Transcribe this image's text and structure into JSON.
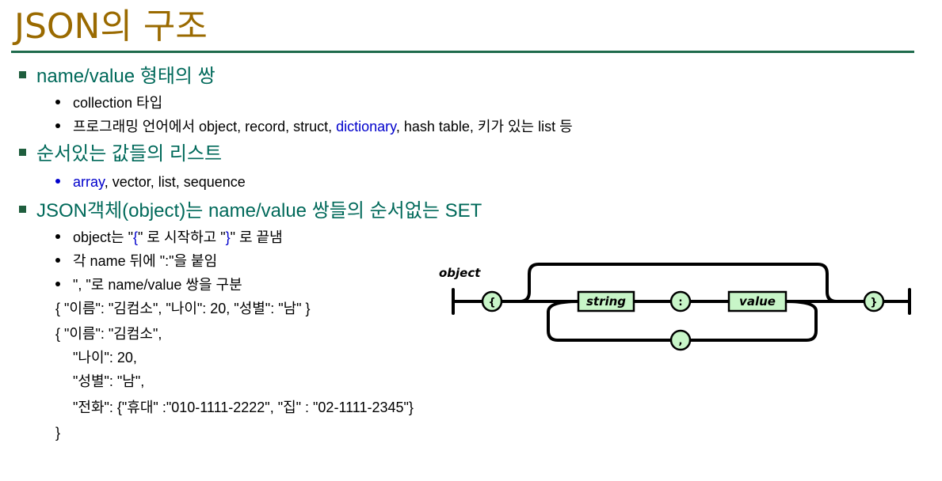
{
  "title": "JSON의 구조",
  "sections": [
    {
      "heading": "name/value 형태의 쌍",
      "items": [
        {
          "pre": "collection 타입"
        },
        {
          "pre": "프로그래밍 언어에서 object, record, struct, ",
          "highlight": "dictionary",
          "post": ", hash table, 키가 있는 list 등"
        }
      ]
    },
    {
      "heading": "순서있는 값들의 리스트",
      "items": [
        {
          "highlight": "array",
          "post": ", vector, list, sequence"
        }
      ]
    },
    {
      "heading": "JSON객체(object)는 name/value 쌍들의 순서없는 SET",
      "items": [
        {
          "pre": "object는 \"",
          "highlight": "{",
          "mid": "\" 로 시작하고 \"",
          "highlight2": "}",
          "post": "\" 로 끝냄"
        },
        {
          "pre": "각 name 뒤에 \":\"을 붙임"
        },
        {
          "pre": "\", \"로 name/value 쌍을 구분"
        }
      ]
    }
  ],
  "code_lines": [
    "{ \"이름\": \"김컴소\",  \"나이\": 20,  \"성별\": \"남\" }",
    "{ \"이름\": \"김컴소\",",
    "\"나이\": 20,",
    "\"성별\": \"남\",",
    "\"전화\": {\"휴대\" :\"010-1111-2222\", \"집\" : \"02-1111-2345\"}",
    "}"
  ],
  "diagram": {
    "label": "object",
    "open_brace": "{",
    "close_brace": "}",
    "string_box": "string",
    "colon": ":",
    "value_box": "value",
    "comma": ","
  },
  "colors": {
    "title": "#9a6a00",
    "heading": "#00695a",
    "rule": "#1f6b4c",
    "highlight": "#0000cc",
    "diagram_fill": "#c8f5c8"
  }
}
